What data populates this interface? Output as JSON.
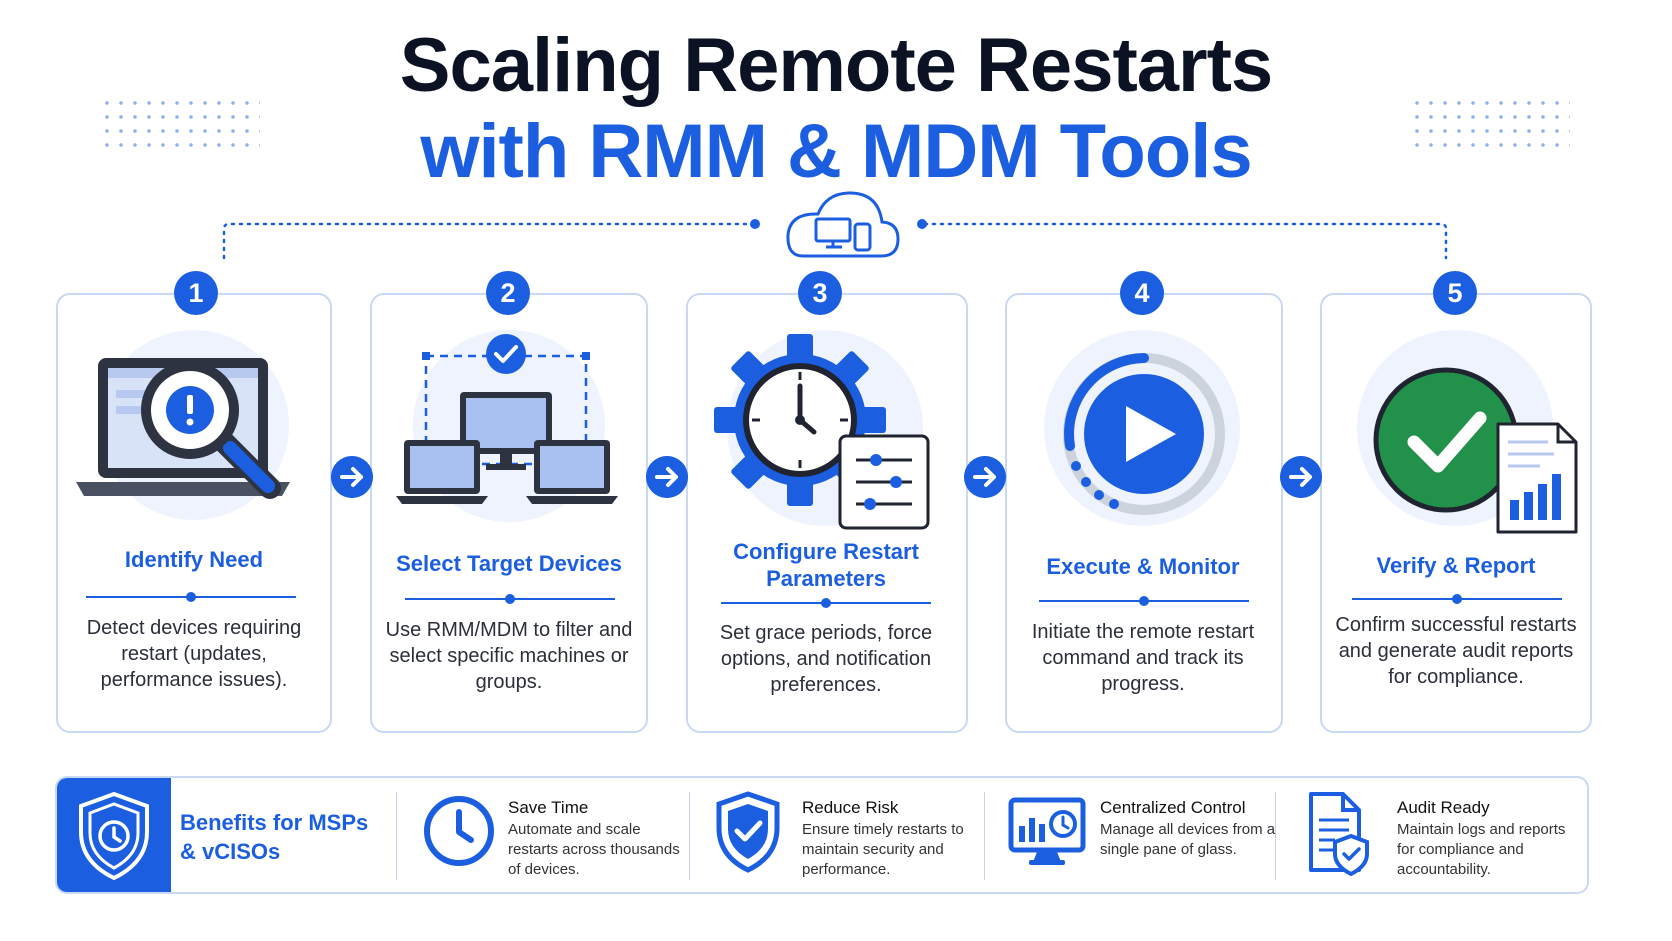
{
  "title": {
    "line1": "Scaling Remote Restarts",
    "line2": "with RMM & MDM Tools"
  },
  "colors": {
    "accent": "#1b5fe0",
    "dark_text": "#0b1224",
    "card_border": "#c9d8f5",
    "success": "#22914a"
  },
  "steps": [
    {
      "number": "1",
      "title": "Identify Need",
      "description": "Detect devices requiring restart (updates, performance issues).",
      "icon": "laptop-magnifier-alert-icon"
    },
    {
      "number": "2",
      "title": "Select Target Devices",
      "description": "Use RMM/MDM to filter and select specific machines or groups.",
      "icon": "device-group-selection-icon"
    },
    {
      "number": "3",
      "title": "Configure Restart Parameters",
      "description": "Set grace periods, force options, and notification preferences.",
      "icon": "gear-clock-settings-icon"
    },
    {
      "number": "4",
      "title": "Execute & Monitor",
      "description": "Initiate the remote restart command and track its progress.",
      "icon": "play-progress-icon"
    },
    {
      "number": "5",
      "title": "Verify & Report",
      "description": "Confirm successful restarts and generate audit reports for compliance.",
      "icon": "checkmark-report-icon"
    }
  ],
  "benefits": {
    "title": "Benefits for MSPs & vCISOs",
    "items": [
      {
        "title": "Save Time",
        "description": "Automate and scale restarts across thousands of devices.",
        "icon": "clock-icon"
      },
      {
        "title": "Reduce Risk",
        "description": "Ensure timely restarts to maintain security and performance.",
        "icon": "shield-check-icon"
      },
      {
        "title": "Centralized Control",
        "description": "Manage all devices from a single pane of glass.",
        "icon": "monitor-dashboard-icon"
      },
      {
        "title": "Audit Ready",
        "description": "Maintain logs and reports for compliance and accountability.",
        "icon": "document-shield-icon"
      }
    ]
  }
}
